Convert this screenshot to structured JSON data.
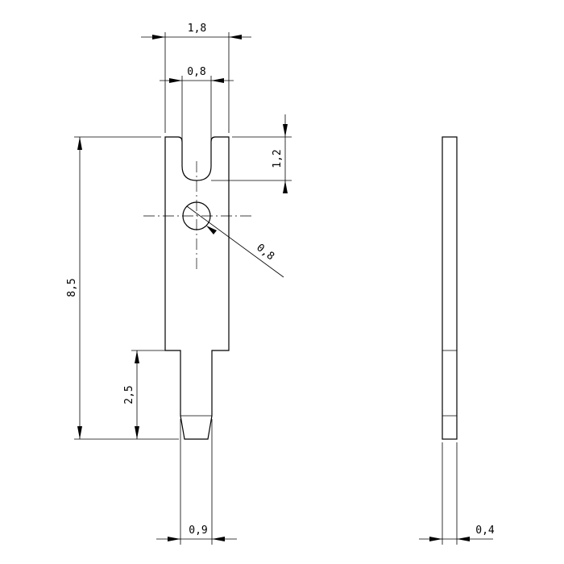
{
  "drawing": {
    "dimensions": {
      "top_width": "1,8",
      "slot_width": "0,8",
      "slot_depth": "1,2",
      "hole_diameter": "0,8",
      "total_length": "8,5",
      "pin_length": "2,5",
      "pin_width": "0,9",
      "thickness": "0,4"
    }
  }
}
